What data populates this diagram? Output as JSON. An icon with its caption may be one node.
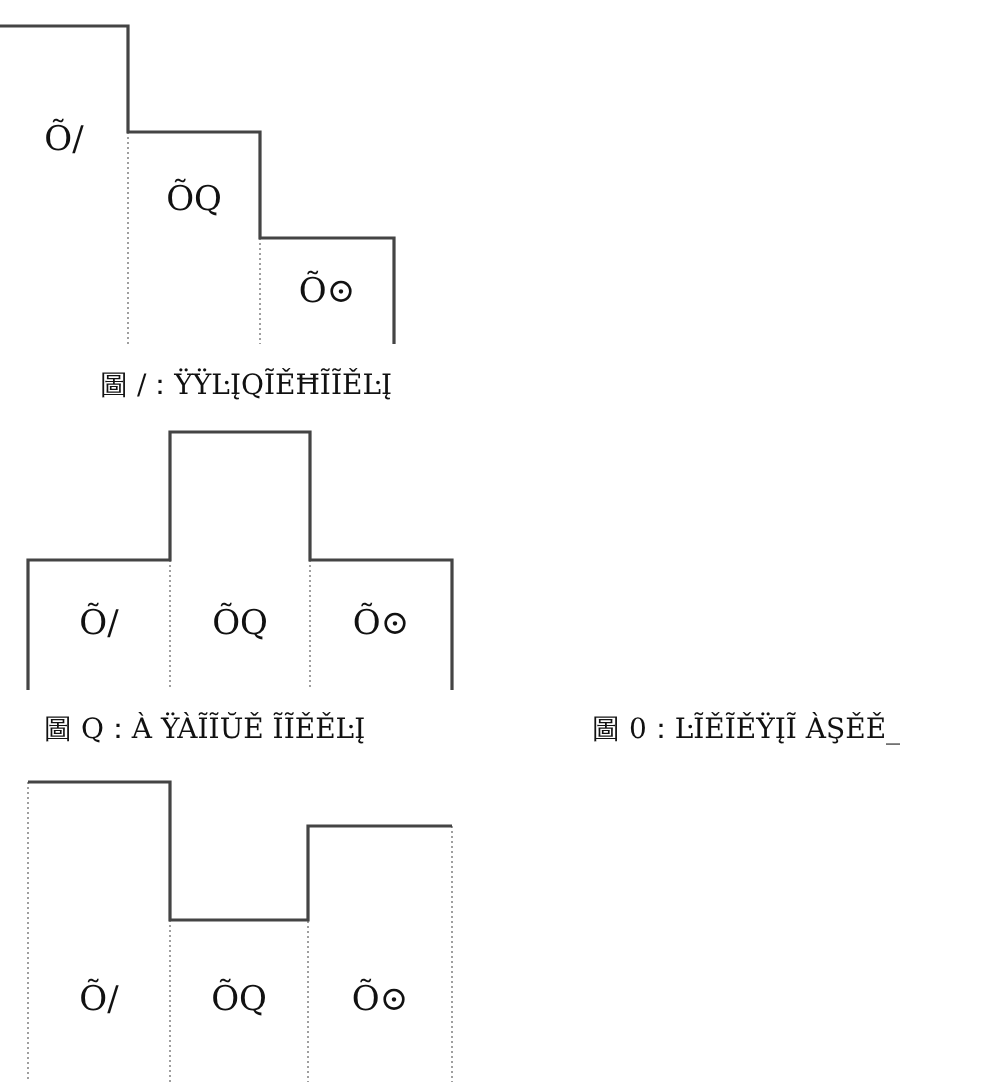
{
  "diagram": {
    "nodes": [
      {
        "text": [
          "Õ/"
        ]
      },
      {
        "text": [
          "ÕQ"
        ]
      },
      {
        "text": [
          "Õ⊙"
        ]
      },
      {
        "text": [
          "Õ/"
        ]
      },
      {
        "text": [
          "ÕQ"
        ]
      },
      {
        "text": [
          "Õ⊙"
        ]
      },
      {
        "text": [
          "Õ/"
        ]
      },
      {
        "text": [
          "ÕQ"
        ]
      },
      {
        "text": [
          "Õ⊙"
        ]
      }
    ],
    "labels": [
      "圖 /：ŸŸĿĮQĨĚĦĨĨĚĿĮ",
      "圖 Q：À ŸÀĨĨŬĚ ĨĨĚĚĿĮ",
      "圖 0：ĿĨĚĨĚŸĮĨ ÀŞĚĚ_"
    ]
  }
}
